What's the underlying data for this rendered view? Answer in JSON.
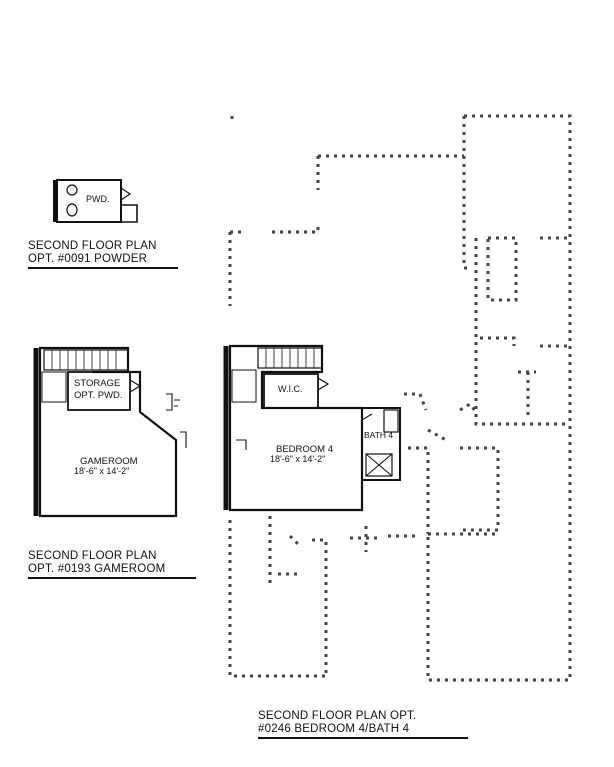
{
  "plans": {
    "powder": {
      "room_label": "PWD.",
      "caption_line1": "SECOND FLOOR PLAN",
      "caption_line2": "OPT. #0091 POWDER"
    },
    "gameroom": {
      "storage_label_line1": "STORAGE",
      "storage_label_line2": "OPT. PWD.",
      "room_label": "GAMEROOM",
      "room_size": "18'-6\" x 14'-2\"",
      "caption_line1": "SECOND FLOOR PLAN",
      "caption_line2": "OPT. #0193 GAMEROOM"
    },
    "bedroom4": {
      "wic_label": "W.I.C.",
      "room_label": "BEDROOM 4",
      "room_size": "18'-6\" x 14'-2\"",
      "bath_label": "BATH 4",
      "caption_line1": "SECOND FLOOR PLAN OPT.",
      "caption_line2": "#0246 BEDROOM 4/BATH 4"
    }
  },
  "colors": {
    "line": "#111111",
    "dashed_wall": "#444444",
    "background": "#ffffff"
  }
}
